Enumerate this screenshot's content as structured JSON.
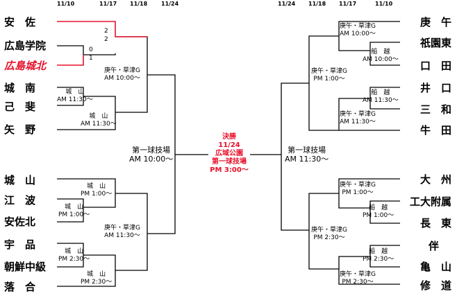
{
  "dates_left": [
    "11/10",
    "11/17",
    "11/18",
    "11/24"
  ],
  "dates_right": [
    "11/24",
    "11/18",
    "11/17",
    "11/10"
  ],
  "left_teams": [
    "安　佐",
    "広島学院",
    "広島城北",
    "城　南",
    "己　斐",
    "矢　野",
    "城　山",
    "江　波",
    "安佐北",
    "宇　品",
    "朝鮮中級",
    "落　合"
  ],
  "right_teams": [
    "庚　午",
    "祇園東",
    "口　田",
    "井　口",
    "三　和",
    "牛　田",
    "大　州",
    "工大附属",
    "長　東",
    "伴",
    "亀　山",
    "修　道"
  ],
  "scores": {
    "a1": "2",
    "a2": "2",
    "b1": "0",
    "b2": "1"
  },
  "venues": {
    "l_jonan": [
      "城　山",
      "AM 11:30〜"
    ],
    "l_yano": [
      "城　山",
      "AM 11:30〜"
    ],
    "l_top": [
      "庚午・草津G",
      "AM 10:00〜"
    ],
    "l_jyoyama": [
      "城　山",
      "PM 1:00〜"
    ],
    "l_ebanami": [
      "城　山",
      "PM 1:00〜"
    ],
    "l_ujina": [
      "城　山",
      "PM 2:30〜"
    ],
    "l_ochiai": [
      "城　山",
      "PM 2:30〜"
    ],
    "l_bottom": [
      "庚午・草津G",
      "AM 11:30〜"
    ],
    "l_semi": [
      "第一球技場",
      "AM 10:00〜"
    ],
    "r_gion": [
      "庚午・草津G",
      "AM 10:00〜"
    ],
    "r_kuchita": [
      "船　越",
      "AM 10:00〜"
    ],
    "r_top": [
      "庚午・草津G",
      "PM 1:00〜"
    ],
    "r_iguchi": [
      "船　越",
      "AM 11:30〜"
    ],
    "r_ushita": [
      "庚午・草津G",
      "AM 11:30〜"
    ],
    "r_daishu": [
      "庚午・草津G",
      "PM 1:00〜"
    ],
    "r_nagatsuka": [
      "船　越",
      "PM 1:00〜"
    ],
    "r_bottom": [
      "庚午・草津G",
      "PM 2:30〜"
    ],
    "r_ban": [
      "船　越",
      "PM 2:30〜"
    ],
    "r_shudo": [
      "庚午・草津G",
      "PM 2:30〜"
    ],
    "r_semi": [
      "第一球技場",
      "AM 11:30〜"
    ]
  },
  "final": {
    "title": "決勝",
    "date": "11/24",
    "venue1": "広域公園",
    "venue2": "第一球技場",
    "time": "PM 3:00〜"
  },
  "colors": {
    "winner": "#e8102a",
    "line": "#000000"
  }
}
